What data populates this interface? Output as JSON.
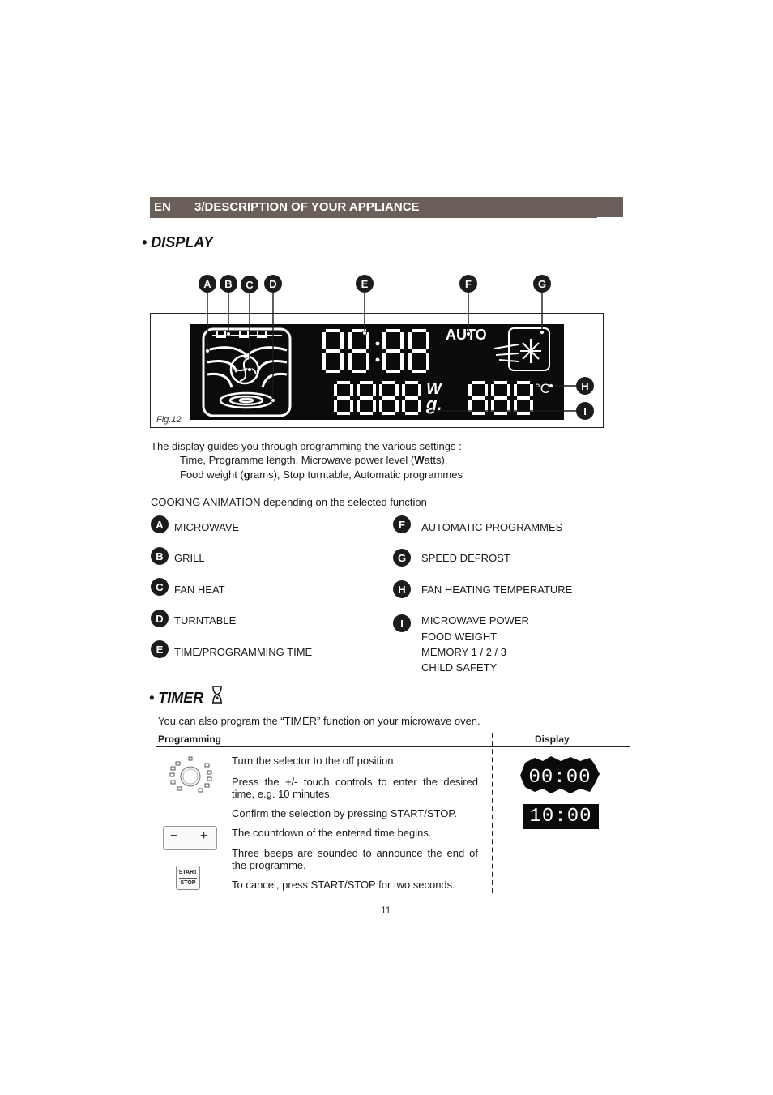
{
  "header": {
    "lang": "EN",
    "title": "3/DESCRIPTION OF YOUR APPLIANCE"
  },
  "display_section": {
    "title": "• DISPLAY",
    "figure_caption": "Fig.12",
    "callout_letters": [
      "A",
      "B",
      "C",
      "D",
      "E",
      "F",
      "G",
      "H",
      "I"
    ],
    "lcd": {
      "auto_text": "AUTO",
      "unit_w": "W",
      "unit_g": "g.",
      "unit_c": "°C"
    },
    "intro_line1": "The display guides you through programming the various settings  :",
    "intro_line2_pre": "Time, Programme length, Microwave power level (",
    "intro_line2_bold": "W",
    "intro_line2_post": "atts),",
    "intro_line3_pre": "Food weight (",
    "intro_line3_bold": "g",
    "intro_line3_post": "rams), Stop turntable, Automatic programmes",
    "animation_heading": "COOKING ANIMATION depending on the selected function",
    "legend_left": [
      {
        "letter": "A",
        "label": "MICROWAVE"
      },
      {
        "letter": "B",
        "label": "GRILL"
      },
      {
        "letter": "C",
        "label": "FAN HEAT"
      },
      {
        "letter": "D",
        "label": "TURNTABLE"
      },
      {
        "letter": "E",
        "label": "TIME/PROGRAMMING TIME"
      }
    ],
    "legend_right": [
      {
        "letter": "F",
        "label": "AUTOMATIC PROGRAMMES"
      },
      {
        "letter": "G",
        "label": "SPEED DEFROST"
      },
      {
        "letter": "H",
        "label": "FAN HEATING TEMPERATURE"
      },
      {
        "letter": "I",
        "lines": [
          "MICROWAVE  POWER",
          "FOOD WEIGHT",
          "MEMORY 1 / 2 / 3",
          "CHILD SAFETY"
        ]
      }
    ]
  },
  "timer_section": {
    "title": "• TIMER",
    "intro": "You can also program the “TIMER” function on your microwave oven.",
    "col_programming": "Programming",
    "col_display": "Display",
    "steps": [
      "Turn the selector to the off position.",
      "Press the +/- touch controls to enter the desired time, e.g. 10 minutes.",
      "Confirm the selection by pressing START/STOP.",
      "The countdown of the entered time begins.",
      "Three beeps are sounded to announce the end of the programme.",
      "To cancel, press START/STOP for two seconds."
    ],
    "pm_minus": "−",
    "pm_plus": "+",
    "start_label": "START",
    "stop_label": "STOP",
    "display_blink": "00:00",
    "display_set": "10:00"
  },
  "page_number": "11"
}
